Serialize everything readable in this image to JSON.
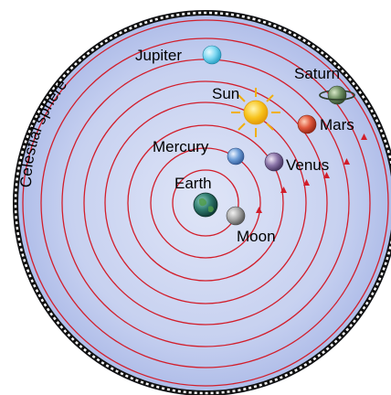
{
  "celestial_sphere_label": "Celestial sphere",
  "bodies": [
    {
      "id": "earth",
      "label": "Earth",
      "icon": "earth-icon"
    },
    {
      "id": "moon",
      "label": "Moon",
      "icon": "moon-icon"
    },
    {
      "id": "mercury",
      "label": "Mercury",
      "icon": "mercury-icon"
    },
    {
      "id": "venus",
      "label": "Venus",
      "icon": "venus-icon"
    },
    {
      "id": "sun",
      "label": "Sun",
      "icon": "sun-icon"
    },
    {
      "id": "mars",
      "label": "Mars",
      "icon": "mars-icon"
    },
    {
      "id": "jupiter",
      "label": "Jupiter",
      "icon": "jupiter-icon"
    },
    {
      "id": "saturn",
      "label": "Saturn",
      "icon": "saturn-icon"
    }
  ],
  "colors": {
    "sky_center": "#dde3f6",
    "sky_edge": "#b3c0ea",
    "orbit": "#d21e2b",
    "sphere_border": "#111111",
    "sun": "#f7c21a",
    "jupiter": "#7fd8f2",
    "mars": "#e0583c",
    "venus": "#8a74a8",
    "mercury": "#6e9ed8",
    "moon": "#a8a8a8",
    "earth": "#2f7a6e",
    "saturn": "#6f8f63"
  }
}
